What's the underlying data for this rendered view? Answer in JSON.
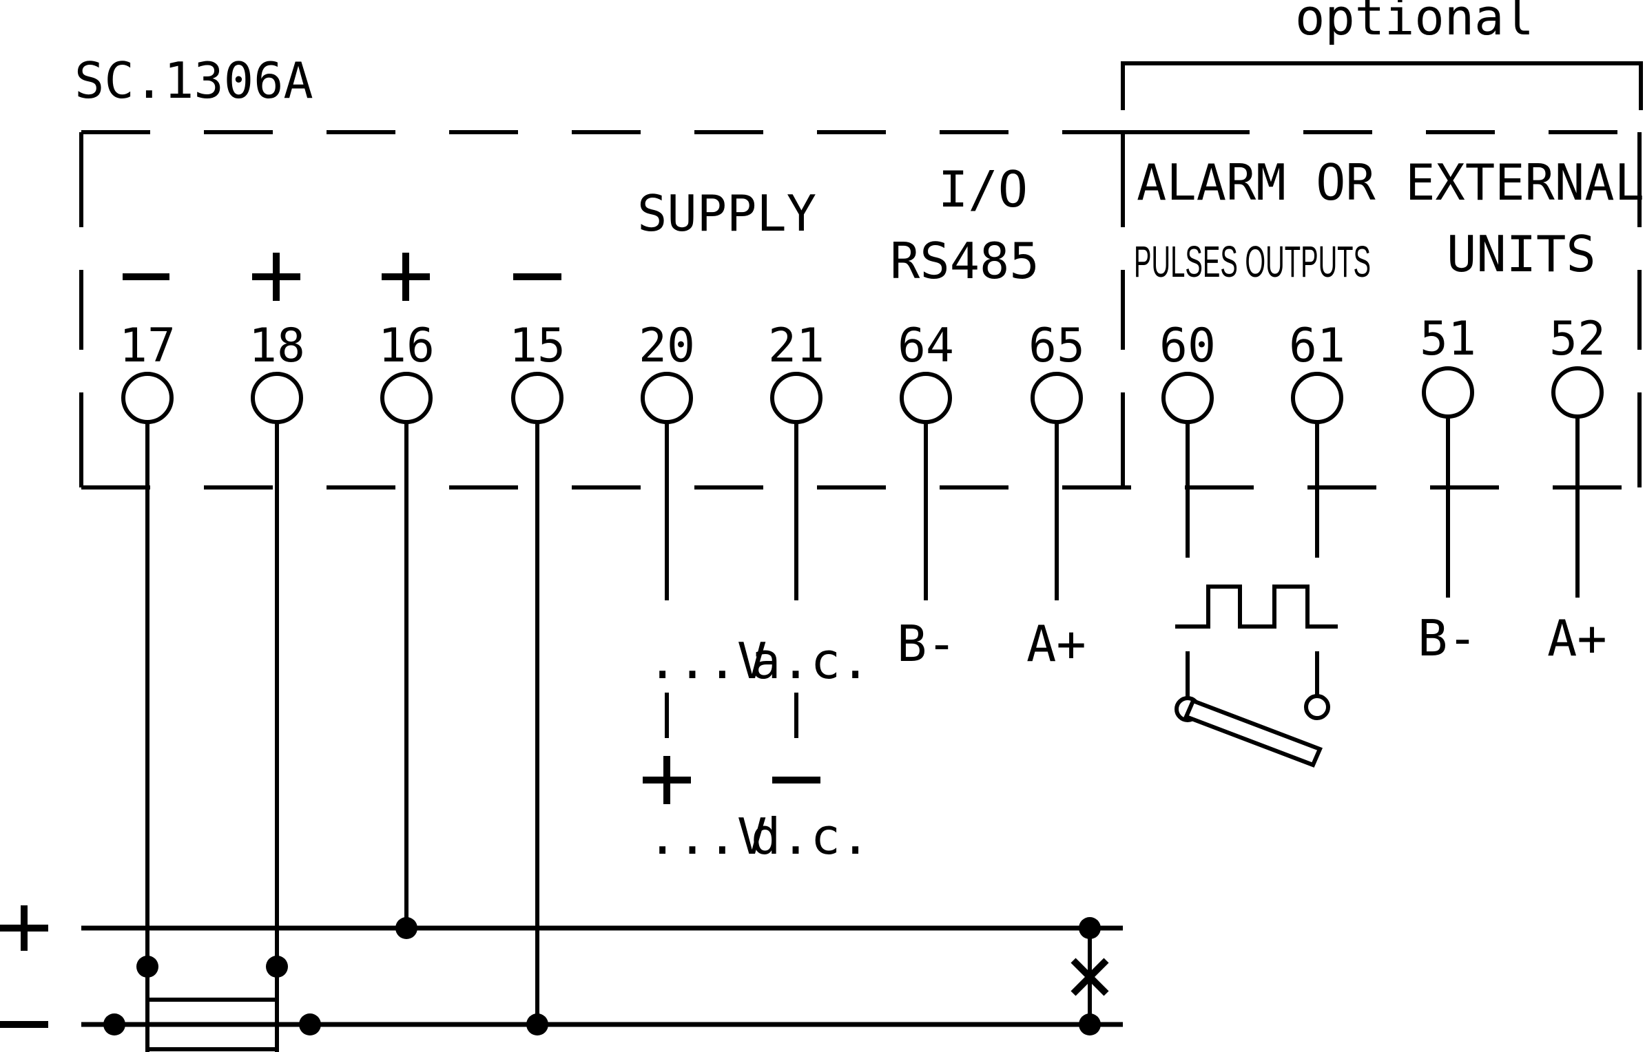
{
  "model": "SC.1306A",
  "optional_label": "optional",
  "supply_label": "SUPPLY",
  "io_label": "I/O",
  "rs485_label": "RS485",
  "alarm_label": "ALARM OR EXTERNAL",
  "pulses_label": "PULSES OUTPUTS",
  "units_label": "UNITS",
  "terminals": [
    "17",
    "18",
    "16",
    "15",
    "20",
    "21",
    "64",
    "65",
    "60",
    "61",
    "51",
    "52"
  ],
  "rs485_pins": {
    "b": "B-",
    "a": "A+"
  },
  "units_pins": {
    "b": "B-",
    "a": "A+"
  },
  "supply_ac": {
    "v": "...V",
    "type": "a.c."
  },
  "supply_dc": {
    "v": "...V",
    "type": "d.c."
  },
  "bus_plus": "+",
  "bus_minus": "-"
}
